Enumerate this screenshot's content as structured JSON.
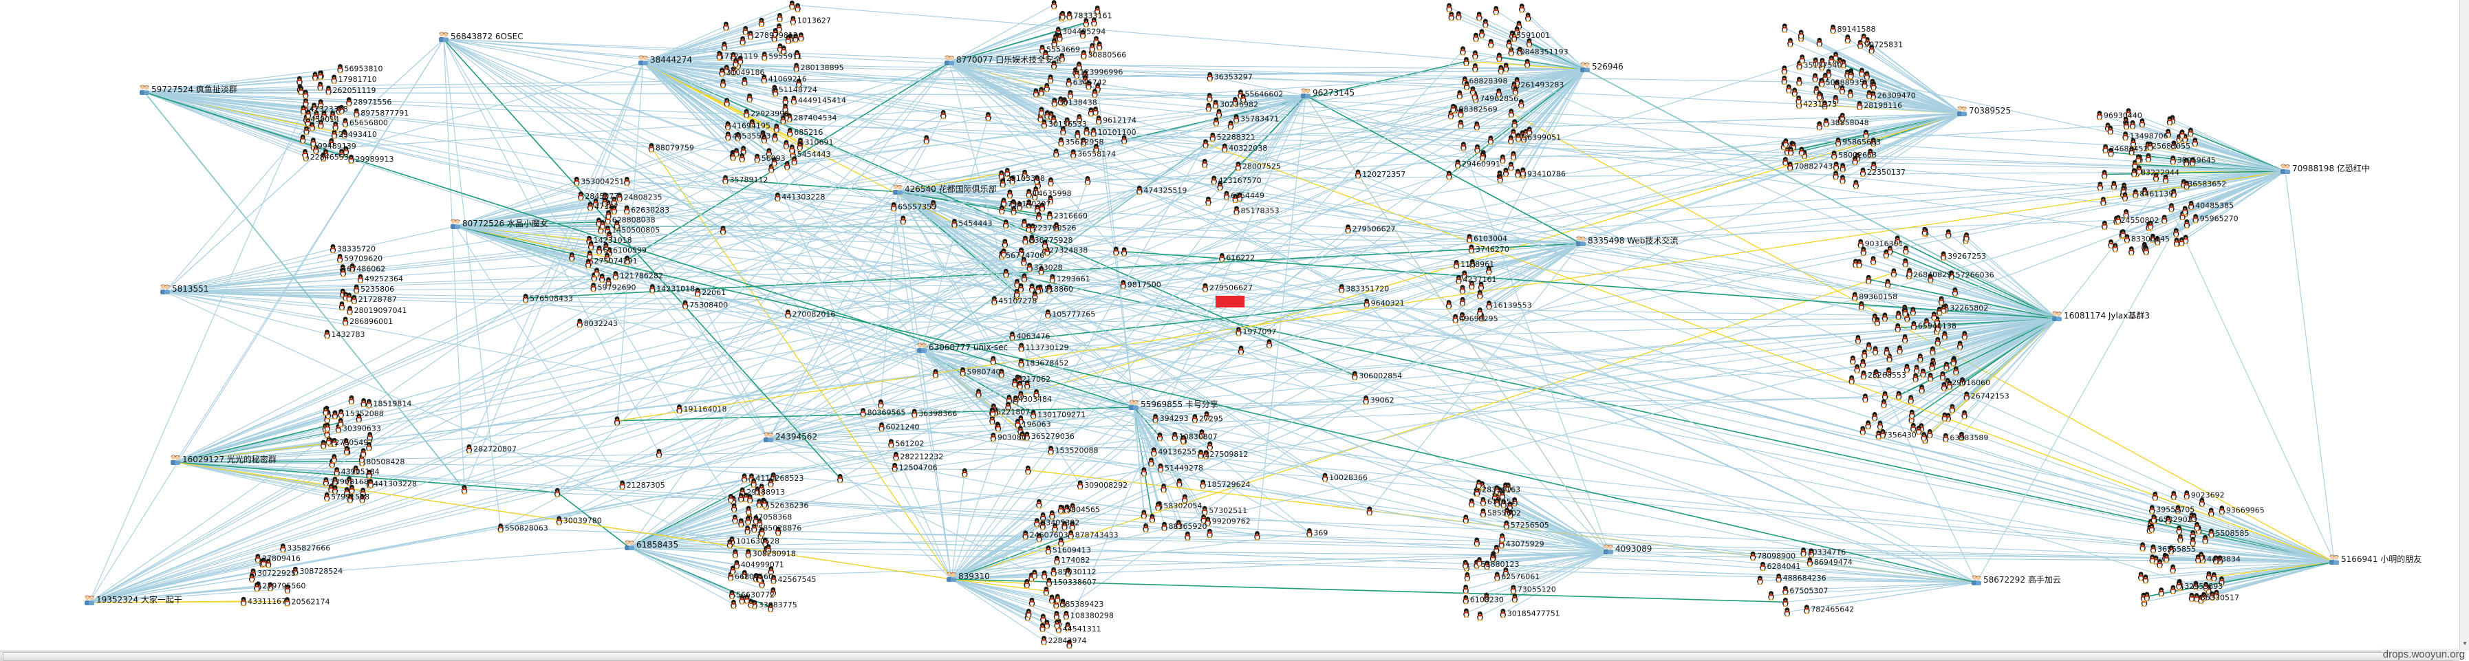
{
  "colors": {
    "edge": "#a7cfe0",
    "edge_green": "#1f9c78",
    "edge_yellow": "#f0d31c",
    "highlight": "#e8262c"
  },
  "graph": {
    "hubs": [
      {
        "label": "59727524 疯鱼扯淡群",
        "members": [
          "262051119",
          "42323378",
          "65656800",
          "99489139",
          "17981710",
          "29493410",
          "459014",
          "22846553",
          "56953810",
          "29989913",
          "8975877791",
          "28971556"
        ]
      },
      {
        "label": "56843872 6OSEC",
        "members": []
      },
      {
        "label": "38444274",
        "members": [
          "5955911",
          "287404534",
          "41069216",
          "31049186",
          "280138895",
          "278979812",
          "51148724",
          "40535523",
          "56093",
          "7121119",
          "1013627",
          "310691",
          "22923990",
          "5454443",
          "41694195",
          "685216",
          "4449145414"
        ]
      },
      {
        "label": "8770077 口乐娱术技全安全",
        "members": [
          "6346742",
          "10101100",
          "30136533",
          "36558174",
          "78333161",
          "30880566",
          "30138438",
          "304405294",
          "123996996",
          "5553669",
          "35612958",
          "9612174"
        ]
      },
      {
        "label": "426540 花都国际俱乐部",
        "members": [
          "29103308",
          "27324838",
          "518860",
          "836775928",
          "2316660",
          "14635998",
          "223790526",
          "373028",
          "791140307",
          "56774706",
          "45107278",
          "1293661"
        ]
      },
      {
        "label": "80772526 水晶小魔女",
        "members": [
          "14231018",
          "121786282",
          "628808038",
          "275074291",
          "47347",
          "24808235",
          "2845077",
          "59792690",
          "62630283",
          "516100599",
          "353004251",
          "1450500805"
        ]
      },
      {
        "label": "5813551",
        "members": [
          "5235806",
          "67486062",
          "28019097041",
          "49252364",
          "21728787",
          "286896001",
          "59709620",
          "38335720",
          "1432783"
        ]
      },
      {
        "label": "526946",
        "members": [
          "10848351193",
          "74962856",
          "261493283",
          "98382569",
          "36399051",
          "29460991",
          "93410786",
          "68828398",
          "5591001"
        ]
      },
      {
        "label": "70389525",
        "members": [
          "50888935",
          "90725831",
          "28198116",
          "26309470",
          "35137540",
          "22350137",
          "89141588",
          "4231273",
          "95865683",
          "70882743",
          "38858048",
          "58002653"
        ]
      },
      {
        "label": "70988198 亿恐红中",
        "members": [
          "40485385",
          "96930440",
          "83222944",
          "13498706",
          "95965270",
          "8461139",
          "24683452",
          "38059645",
          "25683055",
          "83300145",
          "24550802",
          "36583652"
        ]
      },
      {
        "label": "8335498 Web技术交流",
        "members": [
          "16139553",
          "3746270",
          "4237161",
          "1108961",
          "49699295",
          "6103004"
        ]
      },
      {
        "label": "16081174 Jylax基群3",
        "members": [
          "7356430",
          "26840829",
          "65940138",
          "63983589",
          "32265802",
          "39267253",
          "23268553",
          "89360158",
          "29016060",
          "26742153",
          "57266036",
          "90316301"
        ]
      },
      {
        "label": "96273145",
        "members": [
          "423167570",
          "30236982",
          "40322038",
          "52288321",
          "6254449",
          "35783471",
          "55646602",
          "28007525",
          "85178353",
          "36353297"
        ]
      },
      {
        "label": "63060777 unix-sec",
        "members": [
          "217062",
          "196063",
          "183678452",
          "365279036",
          "1301709271",
          "113730129",
          "24303484",
          "5221807",
          "903080",
          "4063476"
        ]
      },
      {
        "label": "16029127 光光的秘密群",
        "members": [
          "30390633",
          "18519814",
          "33908168",
          "27605497",
          "43905184",
          "57991518",
          "80508428",
          "15352088",
          "441303228"
        ]
      },
      {
        "label": "19352324 大家一起干",
        "members": [
          "279795560",
          "20562174",
          "30722925",
          "27809416",
          "335827666",
          "308728524",
          "43311167"
        ]
      },
      {
        "label": "61858435",
        "members": [
          "4110268523",
          "101630528",
          "47058368",
          "42567545",
          "52636236",
          "29188913",
          "56630772",
          "585028876",
          "404999071",
          "66804560",
          "33083775",
          "308280918"
        ]
      },
      {
        "label": "24394562",
        "members": [
          "561202",
          "282212232",
          "6021240",
          "12504706",
          "80369565",
          "36398366"
        ]
      },
      {
        "label": "839310",
        "members": [
          "22842974",
          "83405382",
          "878743433",
          "585389423",
          "108380298",
          "150338607",
          "5804565",
          "44541311",
          "51609413",
          "174082",
          "24607603",
          "85030112"
        ]
      },
      {
        "label": "55969855 卡号分享",
        "members": [
          "57302511",
          "227509812",
          "394293",
          "51449278",
          "185729624",
          "99209762",
          "49136255",
          "10830807",
          "88365920",
          "58302054",
          "27295"
        ]
      },
      {
        "label": "4093089",
        "members": [
          "62576061",
          "28334163",
          "5855602",
          "57256505",
          "43075929",
          "73055120",
          "6108230",
          "53880123",
          "30185477751",
          "617151"
        ]
      },
      {
        "label": "58672292 高手加云",
        "members": [
          "67505307",
          "6284041",
          "78098900",
          "86949474",
          "488684236",
          "103347T6",
          "782465642"
        ]
      },
      {
        "label": "5166941 小明的朋友",
        "members": [
          "9023692",
          "4453834",
          "93669965",
          "32953893",
          "36555855",
          "65329023",
          "39553705",
          "35330517",
          "5508585"
        ]
      }
    ],
    "scattered": [
      "14231018",
      "383351720",
      "309008292",
      "22061",
      "550828063",
      "8032243",
      "616222",
      "21287305",
      "88079759",
      "65557355",
      "9817500",
      "5980740",
      "270082016",
      "282720807",
      "306002854",
      "576508433",
      "35789112",
      "153520088",
      "120272357",
      "474325519",
      "30039780",
      "441303228",
      "5454443",
      "1977097",
      "75308400",
      "9640321",
      "39062",
      "10028366",
      "191164018",
      "279506627",
      "105777765",
      "369"
    ],
    "central_node_label": "279506627"
  },
  "watermark": "drops.wooyun.org"
}
